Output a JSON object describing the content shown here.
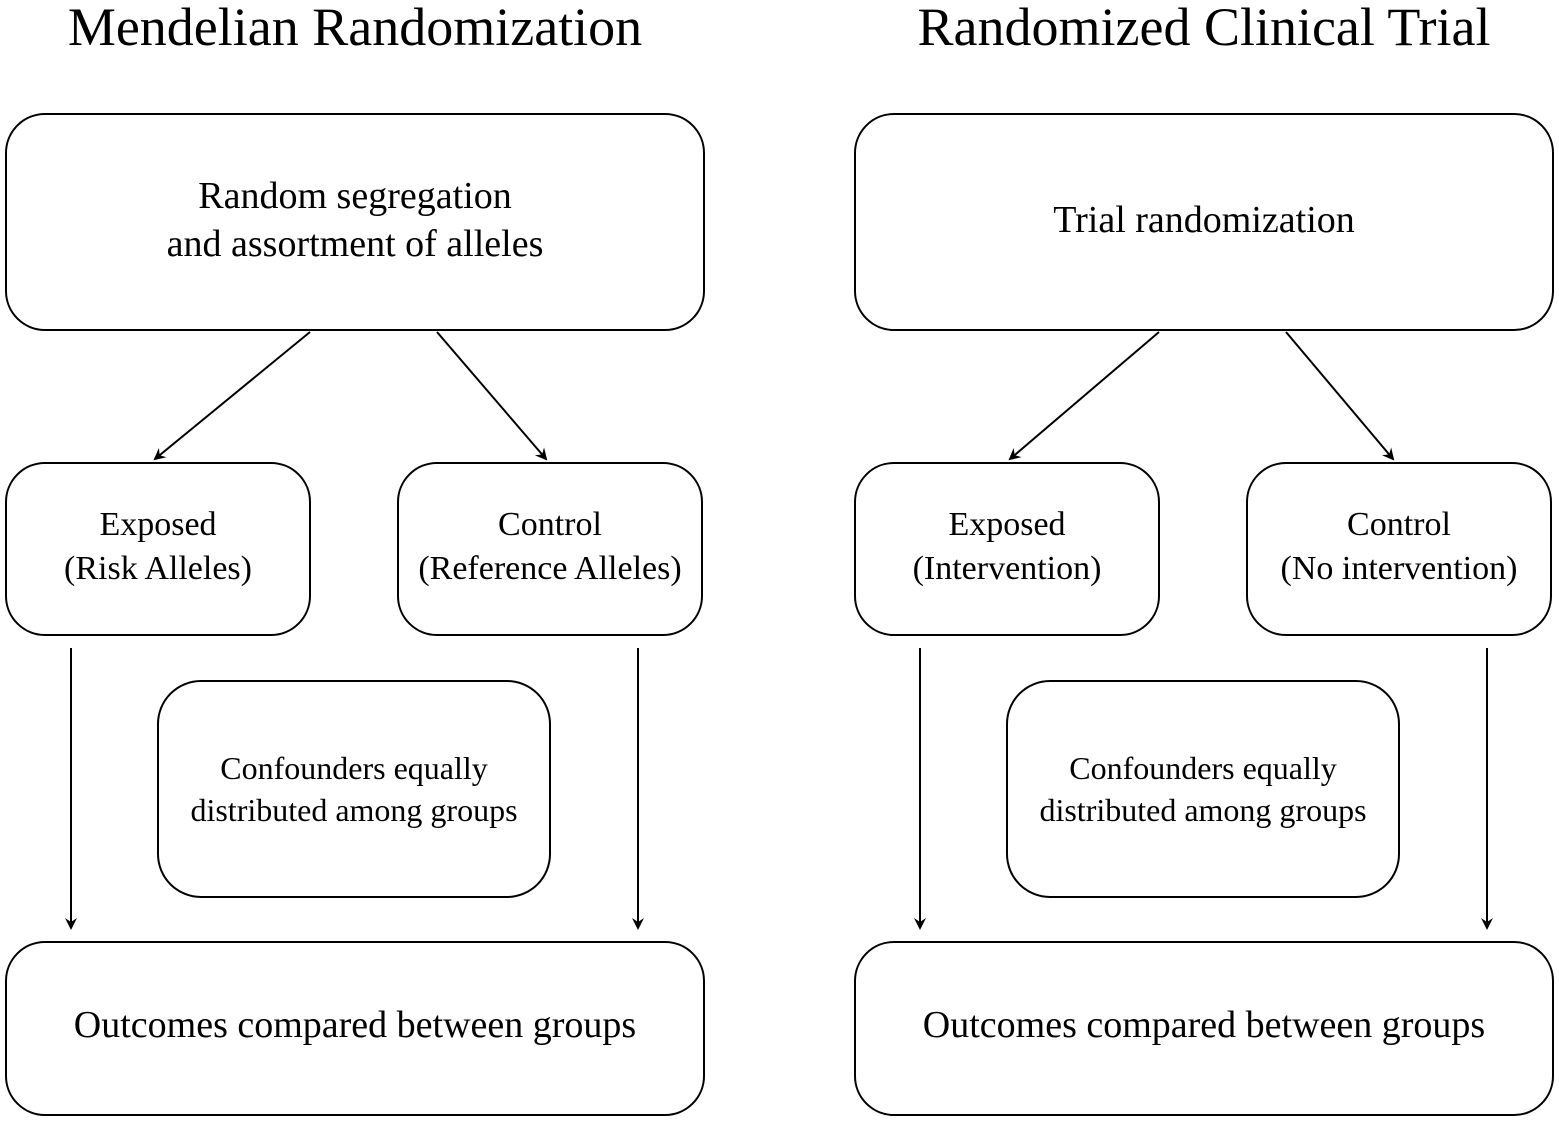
{
  "panels": [
    {
      "title": "Mendelian Randomization",
      "top_box": [
        "Random segregation",
        "and assortment of alleles"
      ],
      "exposed_box": [
        "Exposed",
        "(Risk Alleles)"
      ],
      "control_box": [
        "Control",
        "(Reference Alleles)"
      ],
      "confounders_box": [
        "Confounders equally",
        "distributed among groups"
      ],
      "outcome_box": "Outcomes compared between groups"
    },
    {
      "title": "Randomized Clinical Trial",
      "top_box": [
        "Trial randomization"
      ],
      "exposed_box": [
        "Exposed",
        "(Intervention)"
      ],
      "control_box": [
        "Control",
        "(No intervention)"
      ],
      "confounders_box": [
        "Confounders equally",
        "distributed among groups"
      ],
      "outcome_box": "Outcomes compared between groups"
    }
  ]
}
